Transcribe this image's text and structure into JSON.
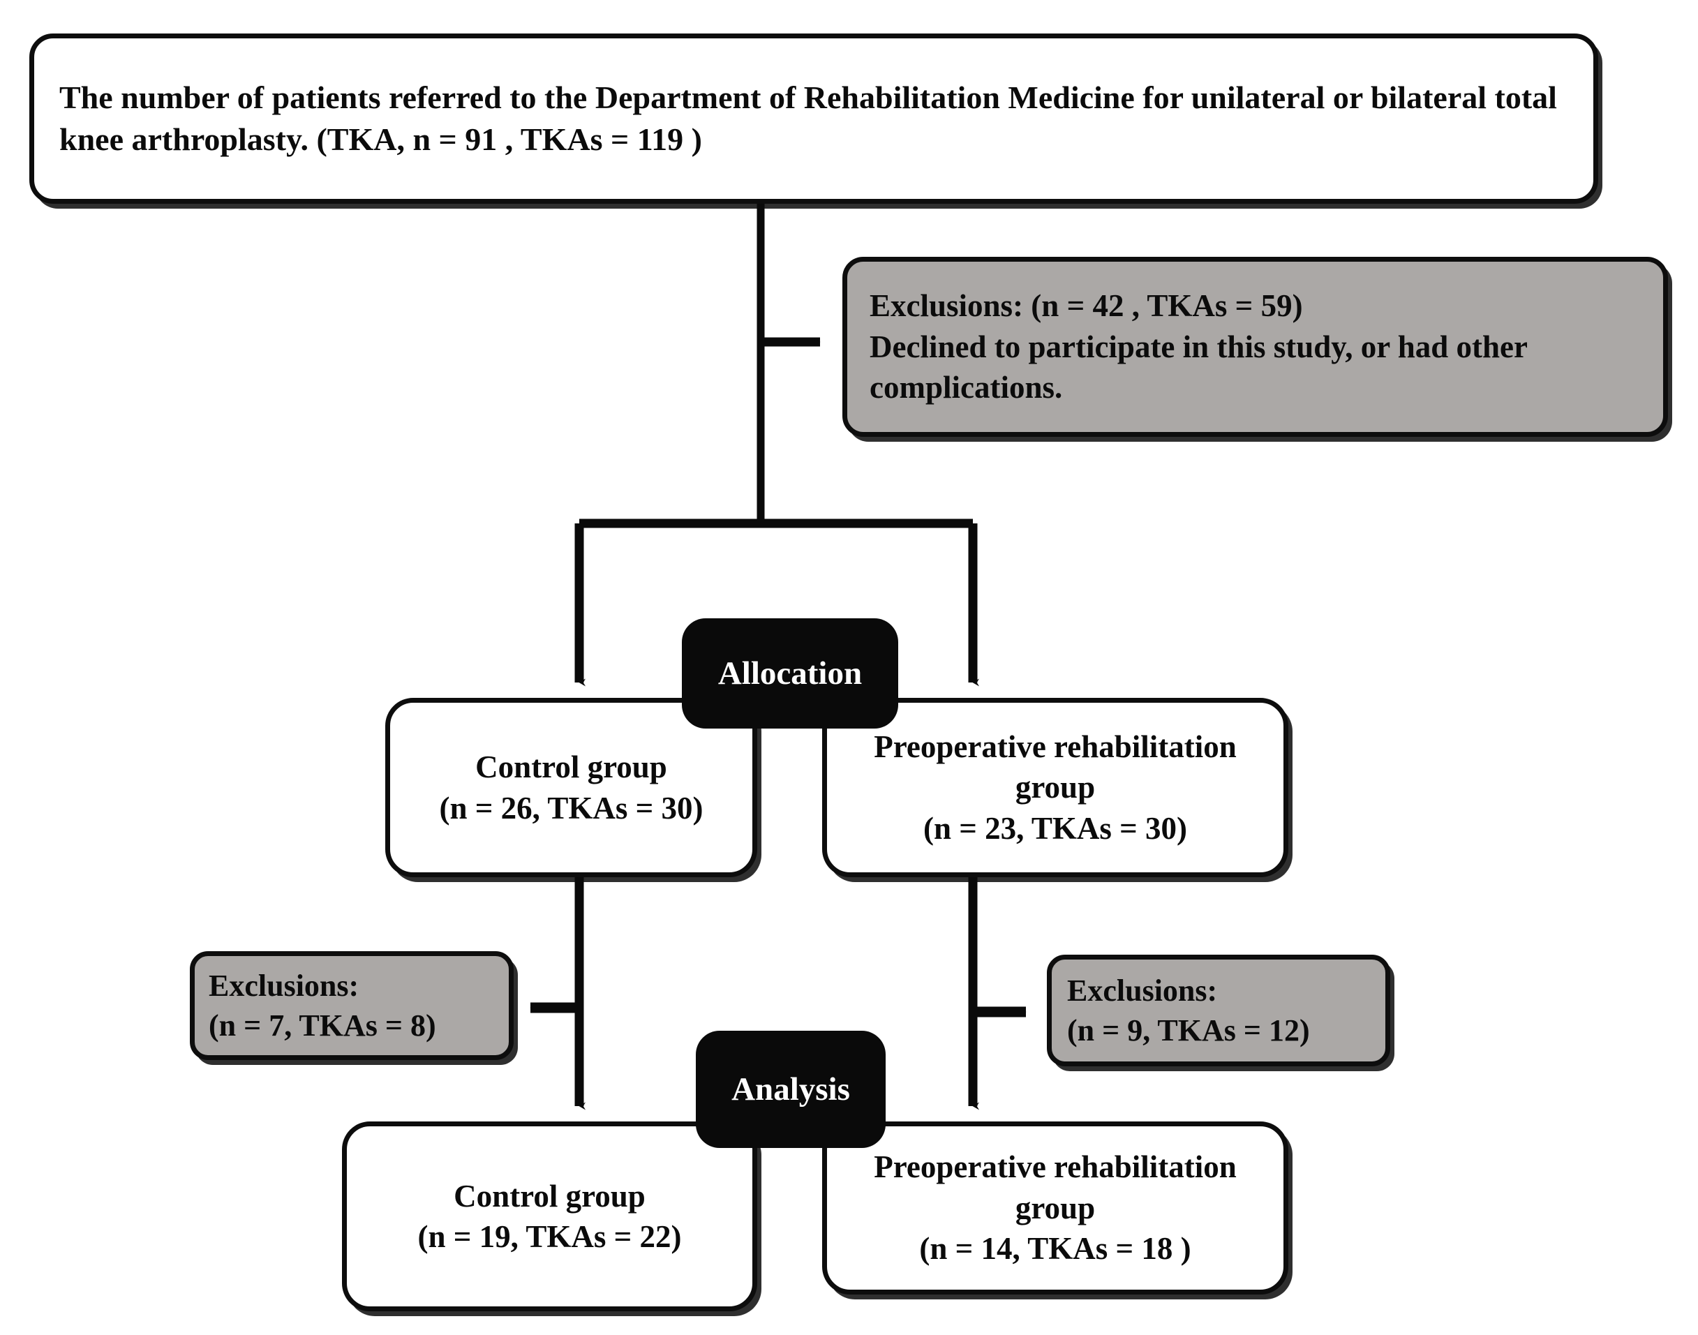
{
  "diagram": {
    "title": "CONSORT-style participant flow diagram for total knee arthroplasty preoperative rehabilitation study",
    "stages": {
      "allocation": "Allocation",
      "analysis": "Analysis"
    },
    "nodes": {
      "enrollment": {
        "text": "The number of patients referred to the Department of Rehabilitation Medicine for unilateral or bilateral total knee arthroplasty. (TKA, n = 91 , TKAs = 119 )",
        "n": 91,
        "tkas": 119,
        "fill": "#ffffff"
      },
      "exclusions_top": {
        "text": "Exclusions: (n = 42  , TKAs = 59)\nDeclined to participate in this study, or had other complications.",
        "n": 42,
        "tkas": 59,
        "fill": "#aba8a6"
      },
      "allocation_control": {
        "text": "Control group\n(n = 26,  TKAs = 30)",
        "n": 26,
        "tkas": 30,
        "fill": "#ffffff"
      },
      "allocation_preop": {
        "text": "Preoperative rehabilitation group\n(n = 23,  TKAs = 30)",
        "n": 23,
        "tkas": 30,
        "fill": "#ffffff"
      },
      "exclusions_left": {
        "text": "Exclusions:\n(n = 7,  TKAs = 8)",
        "n": 7,
        "tkas": 8,
        "fill": "#aba8a6"
      },
      "exclusions_right": {
        "text": "Exclusions:\n(n = 9,  TKAs = 12)",
        "n": 9,
        "tkas": 12,
        "fill": "#aba8a6"
      },
      "analysis_control": {
        "text": "Control group\n(n = 19,  TKAs = 22)",
        "n": 19,
        "tkas": 22,
        "fill": "#ffffff"
      },
      "analysis_preop": {
        "text": "Preoperative rehabilitation group\n(n = 14,  TKAs = 18 )",
        "n": 14,
        "tkas": 18,
        "fill": "#ffffff"
      }
    },
    "colors": {
      "stroke": "#0a0a0a",
      "gray_fill": "#aba8a6",
      "white_fill": "#ffffff",
      "stage_fill": "#0a0a0a",
      "stage_text": "#ffffff"
    }
  }
}
